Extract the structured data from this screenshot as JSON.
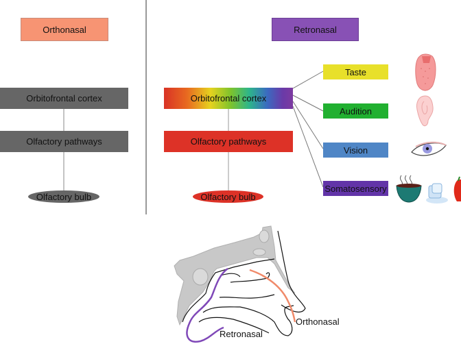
{
  "left_panel": {
    "header": "Orthonasal",
    "nodes": [
      "Orbitofrontal cortex",
      "Olfactory pathways",
      "Olfactory bulb"
    ]
  },
  "right_panel": {
    "header": "Retronasal",
    "nodes": [
      "Orbitofrontal cortex",
      "Olfactory pathways",
      "Olfactory bulb"
    ],
    "senses": [
      {
        "label": "Taste",
        "color": "#e8e02a",
        "icon": "tongue-icon"
      },
      {
        "label": "Audition",
        "color": "#21b030",
        "icon": "ear-icon"
      },
      {
        "label": "Vision",
        "color": "#4f86c6",
        "icon": "eye-icon"
      },
      {
        "label": "Somatosensory",
        "color": "#6234a8",
        "icon": "bowl-ice-pepper-icons"
      }
    ]
  },
  "colors": {
    "orthonasal": "#f79473",
    "retronasal": "#8851b5",
    "left_nodes": "#666666",
    "right_nodes": "#dd3227",
    "orthonasal_path": "#f08a6a",
    "retronasal_path": "#7f48b8"
  },
  "nose_diagram": {
    "labels": {
      "orthonasal": "Orthonasal",
      "retronasal": "Retronasal"
    }
  }
}
